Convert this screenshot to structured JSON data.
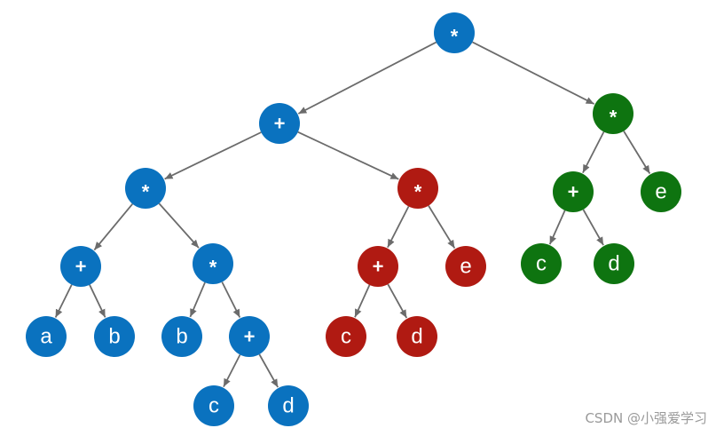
{
  "colors": {
    "blue": "#0a72bf",
    "red": "#b01a12",
    "green": "#0e7410",
    "edge": "#6b6b6b"
  },
  "nodes": [
    {
      "id": "root",
      "label": "*",
      "color": "blue"
    },
    {
      "id": "n_plus1",
      "label": "+",
      "color": "blue"
    },
    {
      "id": "n_star_l",
      "label": "*",
      "color": "blue"
    },
    {
      "id": "n_plus_ab",
      "label": "+",
      "color": "blue"
    },
    {
      "id": "n_a",
      "label": "a",
      "color": "blue"
    },
    {
      "id": "n_b1",
      "label": "b",
      "color": "blue"
    },
    {
      "id": "n_star_b",
      "label": "*",
      "color": "blue"
    },
    {
      "id": "n_b2",
      "label": "b",
      "color": "blue"
    },
    {
      "id": "n_plus_cd1",
      "label": "+",
      "color": "blue"
    },
    {
      "id": "n_c1",
      "label": "c",
      "color": "blue"
    },
    {
      "id": "n_d1",
      "label": "d",
      "color": "blue"
    },
    {
      "id": "r_star",
      "label": "*",
      "color": "red"
    },
    {
      "id": "r_plus",
      "label": "+",
      "color": "red"
    },
    {
      "id": "r_c",
      "label": "c",
      "color": "red"
    },
    {
      "id": "r_d",
      "label": "d",
      "color": "red"
    },
    {
      "id": "r_e",
      "label": "e",
      "color": "red"
    },
    {
      "id": "g_star",
      "label": "*",
      "color": "green"
    },
    {
      "id": "g_plus",
      "label": "+",
      "color": "green"
    },
    {
      "id": "g_c",
      "label": "c",
      "color": "green"
    },
    {
      "id": "g_d",
      "label": "d",
      "color": "green"
    },
    {
      "id": "g_e",
      "label": "e",
      "color": "green"
    }
  ],
  "edges": [
    {
      "from": "root",
      "to": "n_plus1"
    },
    {
      "from": "root",
      "to": "g_star"
    },
    {
      "from": "n_plus1",
      "to": "n_star_l"
    },
    {
      "from": "n_plus1",
      "to": "r_star"
    },
    {
      "from": "n_star_l",
      "to": "n_plus_ab"
    },
    {
      "from": "n_star_l",
      "to": "n_star_b"
    },
    {
      "from": "n_plus_ab",
      "to": "n_a"
    },
    {
      "from": "n_plus_ab",
      "to": "n_b1"
    },
    {
      "from": "n_star_b",
      "to": "n_b2"
    },
    {
      "from": "n_star_b",
      "to": "n_plus_cd1"
    },
    {
      "from": "n_plus_cd1",
      "to": "n_c1"
    },
    {
      "from": "n_plus_cd1",
      "to": "n_d1"
    },
    {
      "from": "r_star",
      "to": "r_plus"
    },
    {
      "from": "r_star",
      "to": "r_e"
    },
    {
      "from": "r_plus",
      "to": "r_c"
    },
    {
      "from": "r_plus",
      "to": "r_d"
    },
    {
      "from": "g_star",
      "to": "g_plus"
    },
    {
      "from": "g_star",
      "to": "g_e"
    },
    {
      "from": "g_plus",
      "to": "g_c"
    },
    {
      "from": "g_plus",
      "to": "g_d"
    }
  ],
  "watermark": "CSDN @小强爱学习"
}
